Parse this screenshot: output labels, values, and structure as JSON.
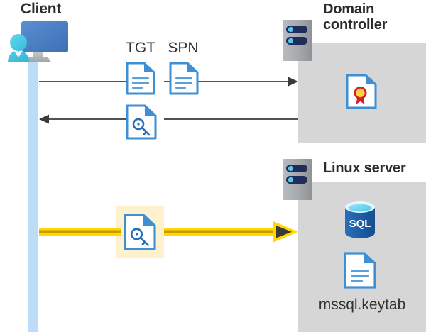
{
  "diagram": {
    "title_client": "Client",
    "title_domain_controller": "Domain\ncontroller",
    "title_domain_controller_line1": "Domain",
    "title_domain_controller_line2": "controller",
    "title_linux_server": "Linux server",
    "label_tgt": "TGT",
    "label_spn": "SPN",
    "label_keytab": "mssql.keytab",
    "label_sql": "SQL"
  },
  "icons": {
    "client": "client-user-monitor-icon",
    "server_rack_top": "server-rack-icon",
    "server_rack_bottom": "server-rack-icon",
    "document_tgt": "document-lines-icon",
    "document_spn": "document-lines-icon",
    "document_key_reply": "document-key-icon",
    "document_key_highlighted": "document-key-icon",
    "certificate": "certificate-document-icon",
    "sql_database": "sql-database-icon",
    "keytab_document": "document-lines-icon"
  },
  "arrows": [
    {
      "name": "client-to-dc-request",
      "direction": "right",
      "style": "thin-black",
      "color": "#3a3a3a"
    },
    {
      "name": "dc-to-client-reply",
      "direction": "left",
      "style": "thin-black",
      "color": "#3a3a3a"
    },
    {
      "name": "client-to-linux-keytab",
      "direction": "right",
      "style": "thick-yellow",
      "color": "#ffd000"
    }
  ],
  "colors": {
    "panel_gray": "#d6d6d6",
    "lifeline_blue": "#bcdcf7",
    "highlight_yellow": "#fdf2cd",
    "arrow_yellow": "#ffd800",
    "arrow_yellow_core": "#c99a00",
    "arrow_dark": "#3a3a3a",
    "doc_blue": "#3f8fd4",
    "doc_blue_dark": "#2a6db0",
    "sql_blue": "#1b5fa8",
    "monitor_blue": "#4a7fc1",
    "person_cyan": "#46c6e3",
    "server_gray": "#9a9a9a",
    "server_navy": "#1f2d5c",
    "cert_red": "#d0202a",
    "cert_gold": "#ffd23f",
    "text_dark": "#2b2b2b"
  }
}
